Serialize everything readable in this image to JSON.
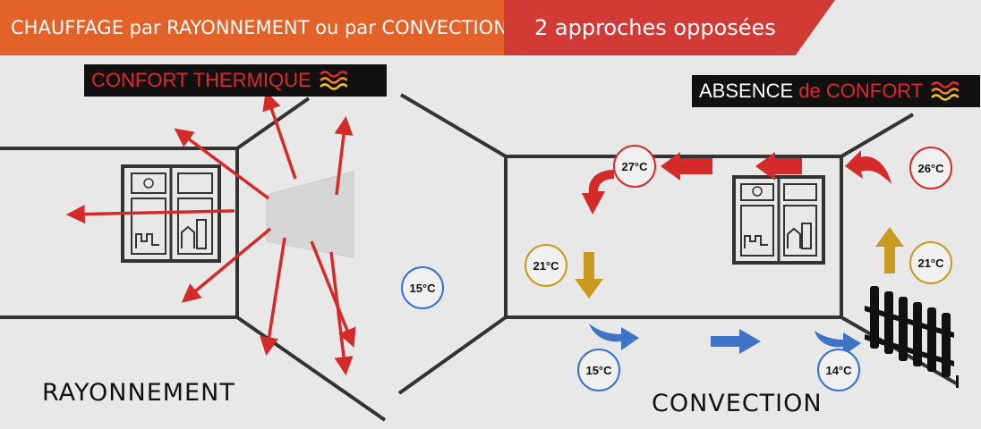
{
  "header": {
    "left_title": "CHAUFFAGE par RAYONNEMENT ou par CONVECTION ?",
    "right_title": "2 approches opposées"
  },
  "left_panel": {
    "label": "CONFORT THERMIQUE",
    "caption": "RAYONNEMENT"
  },
  "right_panel": {
    "label_part1": "ABSENCE",
    "label_part2": "de CONFORT",
    "caption": "CONVECTION"
  },
  "temperatures": {
    "left_room": "15°C",
    "top_left": "27°C",
    "top_right": "26°C",
    "mid_left": "21°C",
    "mid_right": "21°C",
    "floor_left": "15°C",
    "floor_right": "14°C"
  },
  "colors": {
    "orange": "#e2622a",
    "red": "#d23a35",
    "arrow_red": "#d42a2a",
    "arrow_gold": "#c99a1f",
    "arrow_blue": "#3f73c6"
  }
}
